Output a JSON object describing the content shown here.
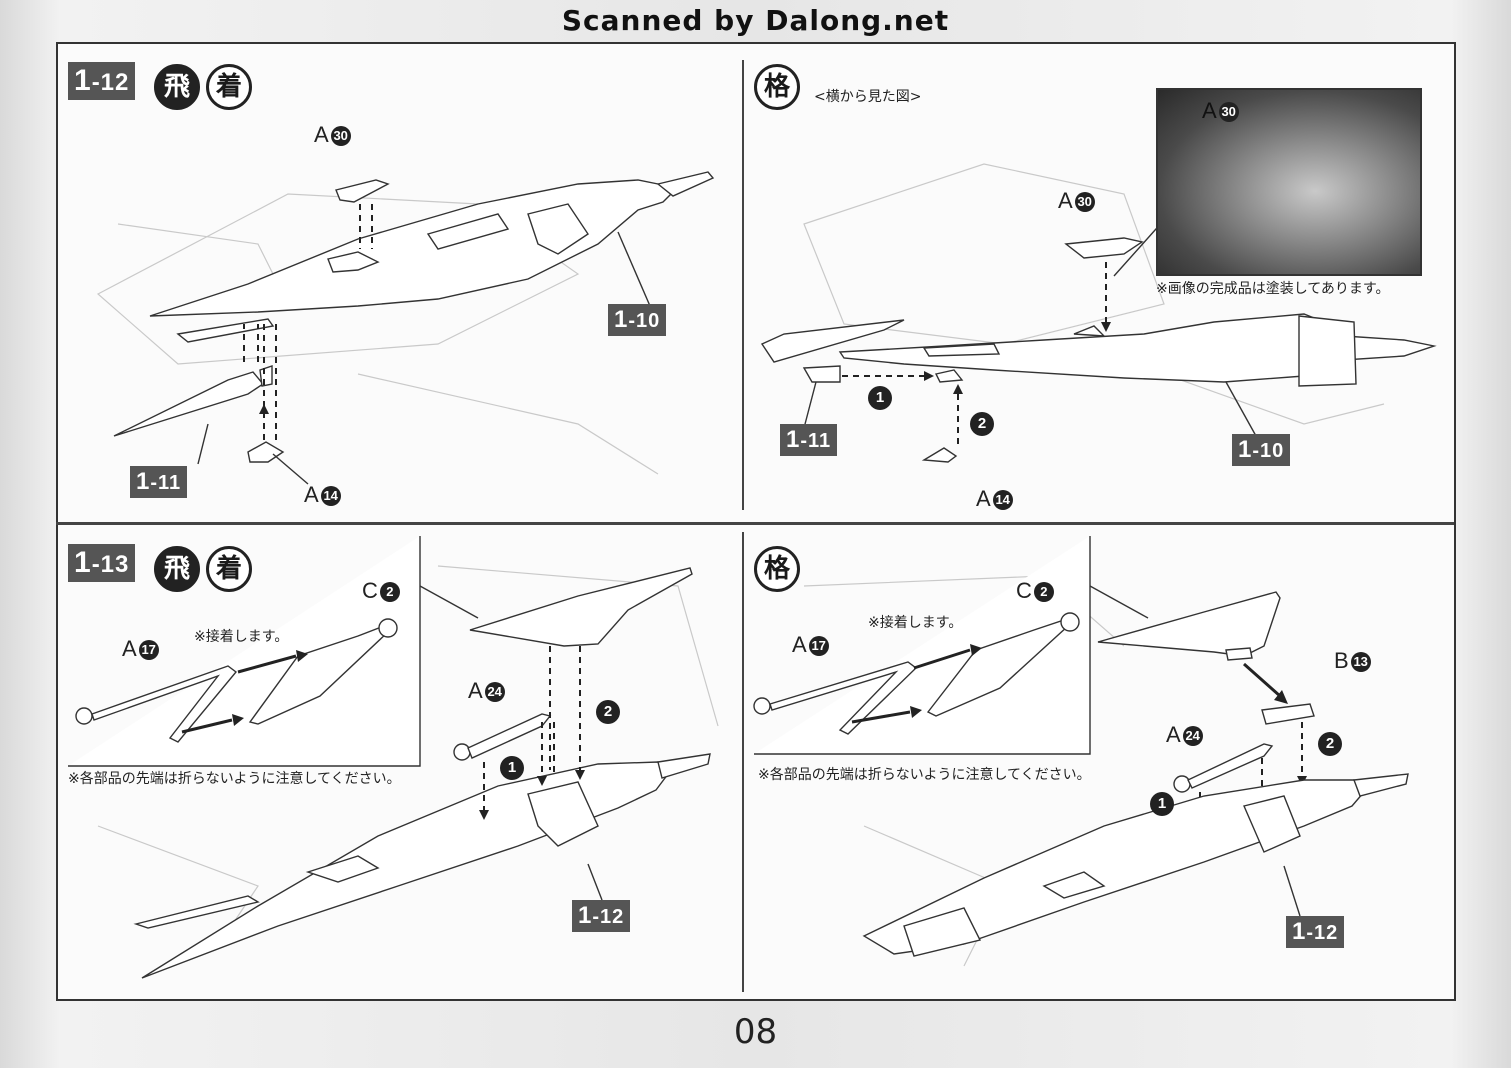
{
  "header": {
    "scan_credit": "Scanned by Dalong.net"
  },
  "footer": {
    "page_number": "08"
  },
  "panels": {
    "p1": {
      "step": {
        "main": "1",
        "sub": "-12"
      },
      "icons": [
        "飛",
        "着"
      ],
      "labels": {
        "a30": "A",
        "a30n": "30",
        "a14": "A",
        "a14n": "14"
      },
      "refs": {
        "r110": "1",
        "r110s": "-10",
        "r111": "1",
        "r111s": "-11"
      }
    },
    "p2": {
      "icon": "格",
      "subtitle": "<横から見た図>",
      "labels": {
        "a30": "A",
        "a30n": "30",
        "a14": "A",
        "a14n": "14",
        "photo_a30": "A",
        "photo_a30n": "30"
      },
      "photo_note": "※画像の完成品は塗装してあります。",
      "orders": [
        "1",
        "2"
      ],
      "refs": {
        "r111": "1",
        "r111s": "-11",
        "r110": "1",
        "r110s": "-10"
      }
    },
    "p3": {
      "step": {
        "main": "1",
        "sub": "-13"
      },
      "icons": [
        "飛",
        "着"
      ],
      "labels": {
        "a17": "A",
        "a17n": "17",
        "c2": "C",
        "c2n": "2",
        "a24": "A",
        "a24n": "24"
      },
      "glue_note": "※接着します。",
      "tip_note": "※各部品の先端は折らないように注意してください。",
      "orders": [
        "1",
        "2"
      ],
      "refs": {
        "r112": "1",
        "r112s": "-12"
      }
    },
    "p4": {
      "icon": "格",
      "labels": {
        "a17": "A",
        "a17n": "17",
        "c2": "C",
        "c2n": "2",
        "b13": "B",
        "b13n": "13",
        "a24": "A",
        "a24n": "24"
      },
      "glue_note": "※接着します。",
      "tip_note": "※各部品の先端は折らないように注意してください。",
      "orders": [
        "1",
        "2"
      ],
      "refs": {
        "r112": "1",
        "r112s": "-12"
      }
    }
  }
}
